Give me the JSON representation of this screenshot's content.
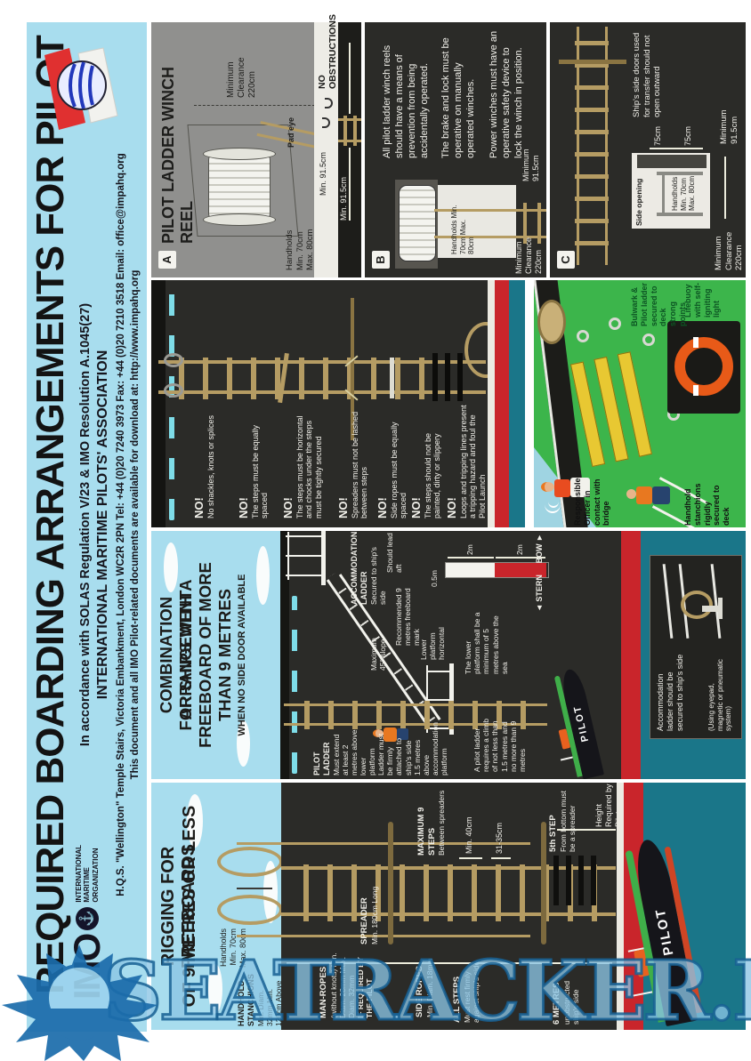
{
  "header": {
    "title": "REQUIRED BOARDING ARRANGEMENTS FOR PILOT",
    "line1": "In accordance with SOLAS Regulation V/23 & IMO Resolution A.1045(27)",
    "line2": "INTERNATIONAL MARITIME PILOTS' ASSOCIATION",
    "line3": "H.Q.S. \"Wellington\" Temple Stairs, Victoria Embankment, London WC2R 2PN  Tel: +44 (0)20 7240 3973  Fax: +44 (0)20 7210 3518  Email: office@impahq.org",
    "line4": "This document and all IMO Pilot-related documents are available for download at: http://www.impahq.org",
    "imo_abbr": "IMO",
    "imo_name": "INTERNATIONAL MARITIME ORGANIZATION"
  },
  "panel_a": {
    "badge": "A",
    "title": "PILOT LADDER WINCH REEL",
    "min_clearance": "Minimum Clearance 220cm",
    "no_obstructions": "NO OBSTRUCTIONS",
    "min_915_deck": "Min. 91.5cm",
    "min_915_side": "Min. 91.5cm",
    "pad_eye": "Pad eye",
    "handholds": "Handholds Min. 70cm Max. 80cm"
  },
  "panel_b": {
    "badge": "B",
    "para1": "All pilot ladder winch reels should have a means of prevention from being accidentally operated.",
    "para2": "The brake and lock must be operative on manually operated winches.",
    "para3": "Power winches must have an operative safety device to lock the winch in position.",
    "handholds": "Handholds Min. 70cm Max. 80cm",
    "min_clearance": "Minimum Clearance 220cm",
    "minimum_915": "Minimum 91.5cm"
  },
  "panel_c": {
    "badge": "C",
    "door_note": "Ship's side doors used for transfer should not open outward",
    "side_opening": "Side opening",
    "handholds": "Handholds Min. 70cm Max. 80cm",
    "dim_75_a": "75cm",
    "dim_75_b": "75cm",
    "min_clearance": "Minimum Clearance 220cm",
    "minimum_915": "Minimum 91.5cm"
  },
  "no_panel": {
    "bang": "NO!",
    "items": [
      "No shackles, knots or splices",
      "The steps must be equally spaced",
      "The steps must be horizontal and chocks under the steps must be tightly secured",
      "Spreaders must not be lashed between steps",
      "Side ropes must be equally spaced",
      "The steps should not be painted, dirty or slippery",
      "Loops and tripping lines present a tripping hazard and foul the Pilot Launch"
    ]
  },
  "deck": {
    "officer": "Responsible Officer in contact with bridge",
    "stanchions": "Handhold stanchions rigidly secured to deck",
    "bulwark": "Bulwark & Pilot ladder secured to deck strong points",
    "lifebuoy": "Lifebuoy with self-igniting light"
  },
  "combination": {
    "title1": "COMBINATION ARRANGEMENT",
    "title2": "FOR SHIPS WITH A",
    "title3": "FREEBOARD OF MORE",
    "title4": "THAN 9 METRES",
    "subtitle": "WHEN NO SIDE DOOR AVAILABLE",
    "accommodation_h": "ACCOMMODATION LADDER",
    "accommodation_t": "Secured to ship's side",
    "lead_aft": "Should lead aft",
    "max_slope": "Maximum 45° slope",
    "lower_platform": "Lower platform horizontal",
    "dim_05": "0.5m",
    "dim_2a": "2m",
    "dim_2b": "2m",
    "freeboard_mark": "Recommended 9 metres freeboard mark",
    "stern": "◄ STERN",
    "bow": "BOW ►",
    "pilot_ladder_h": "PILOT LADDER",
    "pilot_ladder_t": "Must extend at least 2 metres above lower platform",
    "attach": "Ladder must be firmly attached to ship's side 1.5 metres above accommodation platform",
    "lower_min": "The lower platform shall be a minimum of 5 metres above the sea",
    "climb": "A pilot ladder requires a climb of not less than 1.5 metres and no more than 9 metres",
    "inset_text": "Accommodation ladder should be secured to ship's side",
    "inset_sub": "(Using eyepad, magnetic or pneumatic system)",
    "boat_label": "PILOT"
  },
  "rigging": {
    "title1": "RIGGING FOR FREEBOARDS",
    "title2": "OF 9 METRES OR LESS",
    "handholds": "Handholds Min. 70cm Max. 80cm",
    "stanchions_h": "HANDHOLD STANCHIONS",
    "stanchions_t": "Min. Diam. 32mm Min. 120cm Above Bulwark",
    "man_ropes_h": "MAN-ROPES",
    "man_ropes_t": "(without knots) Min. Diam. 28mm Max. Diam. 32mm",
    "man_ropes_req": "IF REQUIRED BY THE PILOT",
    "spreader_h": "SPREADER",
    "spreader_t": "Min. 180cm Long",
    "max9_h": "MAXIMUM 9 STEPS",
    "max9_t": "Between spreaders",
    "min_40": "Min. 40cm",
    "dim_3135": "31-35cm",
    "side_ropes_h": "SIDE ROPES",
    "side_ropes_t": "Min. Diam. 18mm",
    "all_steps_h": "ALL STEPS",
    "all_steps_t": "Must rest firmly against ship's side",
    "step5_h": "5th STEP",
    "step5_t": "From bottom must be a spreader",
    "height": "Height Required by Pilot",
    "six_h": "6 METRES",
    "six_t": "unobstructed ship's side",
    "boat_label": "PILOT"
  },
  "watermark": {
    "text": "SEATRACKER.RU"
  }
}
